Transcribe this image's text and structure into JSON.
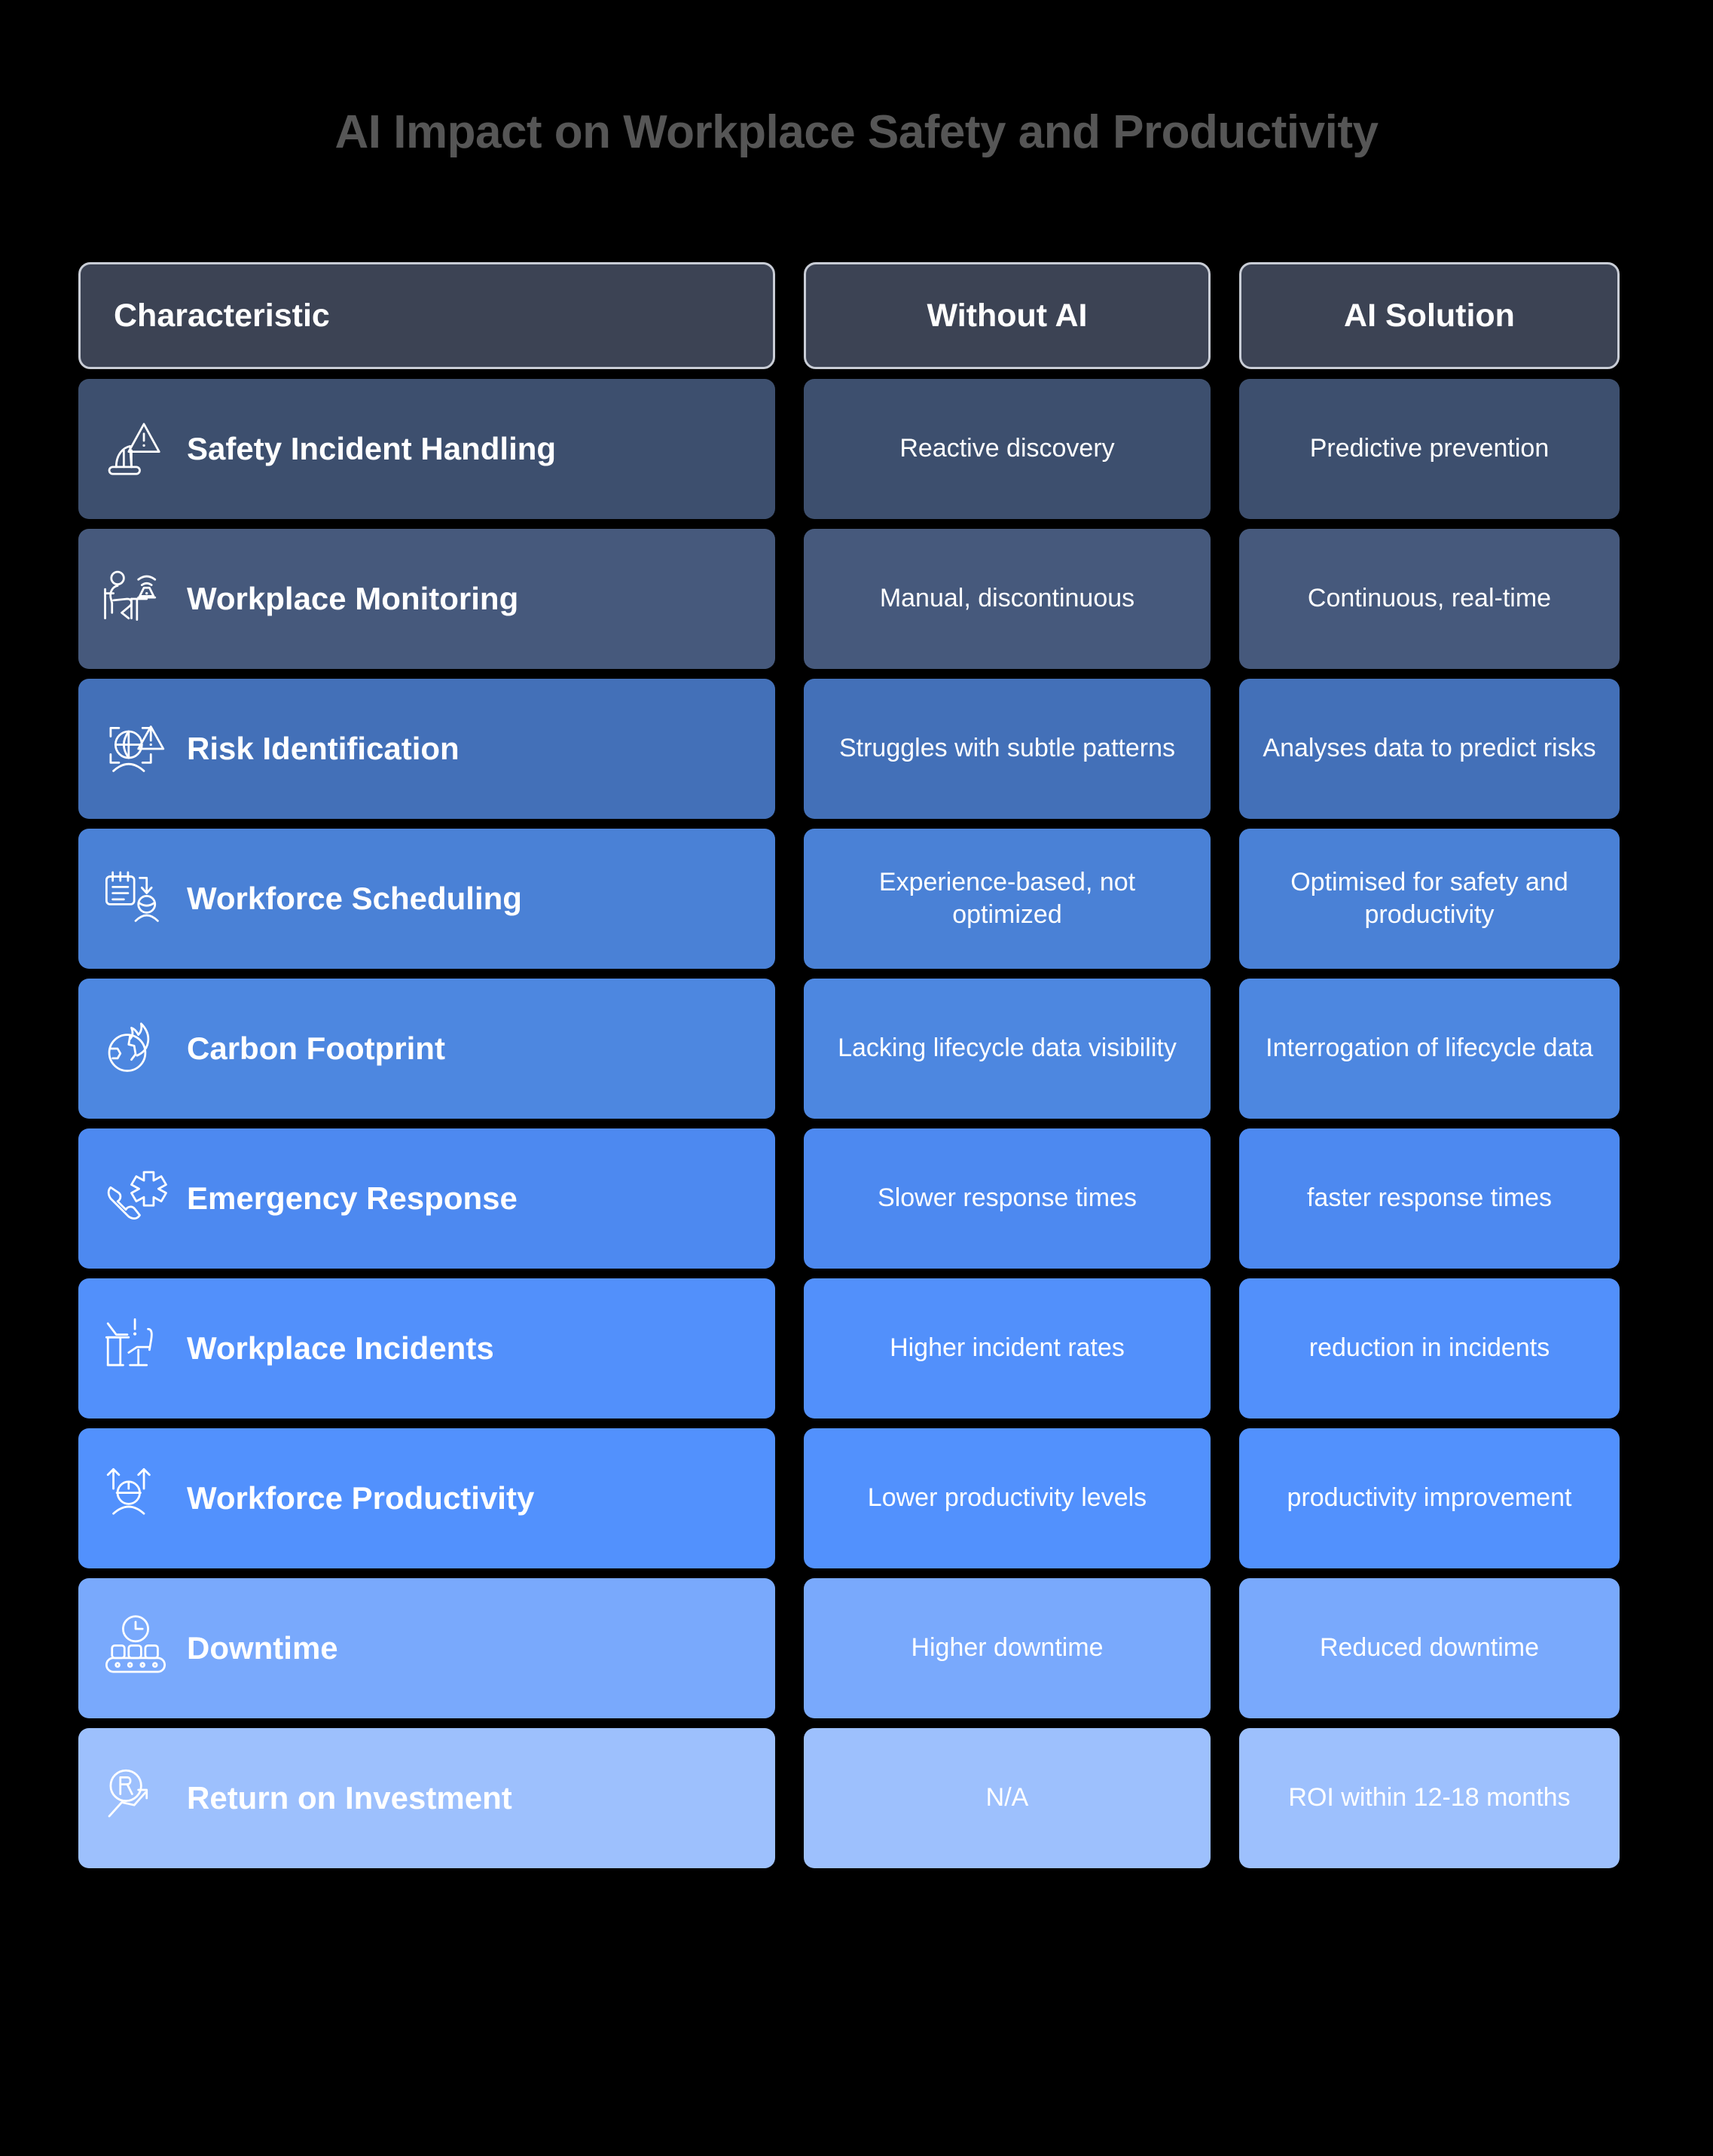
{
  "title": "AI Impact on Workplace Safety and Productivity",
  "colors": {
    "background": "#000000",
    "title_color": "#565656",
    "header_bg": "#3c4354",
    "header_border": "#c9cdd6",
    "row_colors": [
      "#3d4f6e",
      "#46597c",
      "#4370b8",
      "#4a81d6",
      "#4d87e0",
      "#4d89f0",
      "#5290fb",
      "#5291fd",
      "#79a9fc",
      "#9dc0fd"
    ]
  },
  "headers": {
    "characteristic": "Characteristic",
    "without_ai": "Without AI",
    "ai_solution": "AI Solution"
  },
  "rows": [
    {
      "characteristic": "Safety Incident Handling",
      "icon": "safety-helmet-warning-icon",
      "without_ai": "Reactive discovery",
      "ai_solution": "Predictive prevention",
      "color": "#3d4f6e"
    },
    {
      "characteristic": "Workplace Monitoring",
      "icon": "person-desk-wifi-icon",
      "without_ai": "Manual, discontinuous",
      "ai_solution": "Continuous, real-time",
      "color": "#46597c"
    },
    {
      "characteristic": "Risk Identification",
      "icon": "scan-globe-warning-icon",
      "without_ai": "Struggles with subtle patterns",
      "ai_solution": "Analyses data to predict risks",
      "color": "#4370b8"
    },
    {
      "characteristic": "Workforce Scheduling",
      "icon": "calendar-arrow-person-icon",
      "without_ai": "Experience-based, not optimized",
      "ai_solution": "Optimised for safety and productivity",
      "color": "#4a81d6"
    },
    {
      "characteristic": "Carbon Footprint",
      "icon": "globe-flame-icon",
      "without_ai": "Lacking lifecycle data visibility",
      "ai_solution": "Interrogation of lifecycle data",
      "color": "#4d87e0"
    },
    {
      "characteristic": "Emergency Response",
      "icon": "phone-medical-star-icon",
      "without_ai": "Slower response times",
      "ai_solution": "faster response times",
      "color": "#4d89f0"
    },
    {
      "characteristic": "Workplace Incidents",
      "icon": "empty-desk-alert-icon",
      "without_ai": "Higher incident rates",
      "ai_solution": "reduction in incidents",
      "color": "#5290fb"
    },
    {
      "characteristic": "Workforce Productivity",
      "icon": "worker-up-arrows-icon",
      "without_ai": "Lower productivity levels",
      "ai_solution": "productivity improvement",
      "color": "#5291fd"
    },
    {
      "characteristic": "Downtime",
      "icon": "clock-conveyor-icon",
      "without_ai": "Higher downtime",
      "ai_solution": "Reduced downtime",
      "color": "#79a9fc"
    },
    {
      "characteristic": "Return on Investment",
      "icon": "roi-growth-arrow-icon",
      "without_ai": "N/A",
      "ai_solution": "ROI within 12-18 months",
      "color": "#9dc0fd"
    }
  ]
}
